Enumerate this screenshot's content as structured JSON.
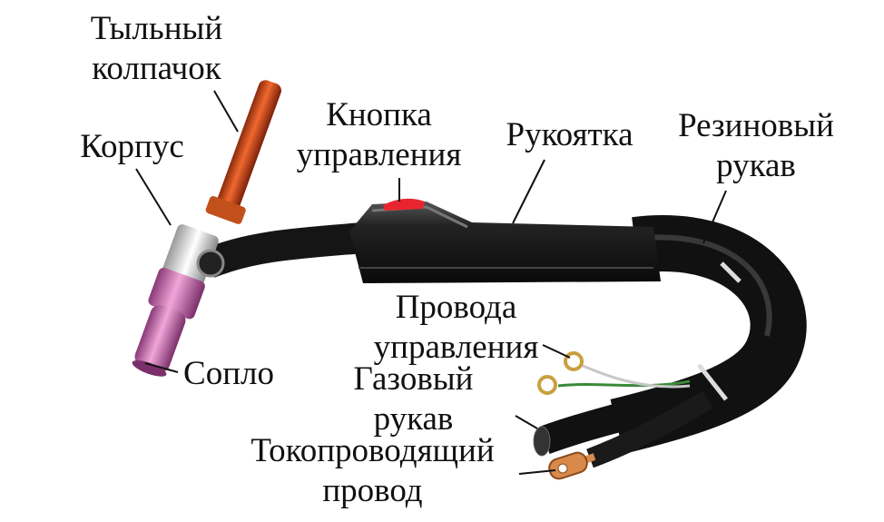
{
  "labels": {
    "back_cap": [
      "Тыльный",
      "колпачок"
    ],
    "body": "Корпус",
    "control_button": [
      "Кнопка",
      "управления"
    ],
    "handle": "Рукоятка",
    "rubber_hose": [
      "Резиновый",
      "рукав"
    ],
    "control_wires": [
      "Провода",
      "управления"
    ],
    "nozzle": "Сопло",
    "gas_hose": [
      "Газовый",
      "рукав"
    ],
    "current_cable": [
      "Токопроводящий",
      "провод"
    ]
  },
  "colors": {
    "cap": "#d9481c",
    "nozzle": "#d37ab5",
    "handle": "#1c1c1c",
    "button": "#e8252e",
    "copper": "#d98a4a"
  }
}
